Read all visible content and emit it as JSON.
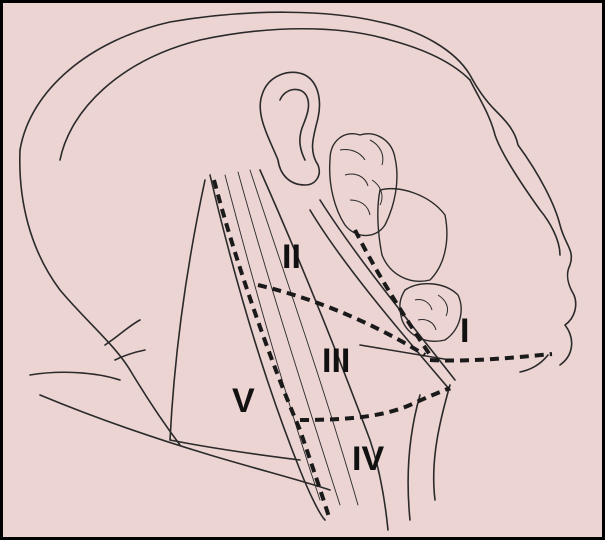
{
  "colors": {
    "background": "#ecd4d3",
    "frame": "#000000",
    "line": "#2a2a2a",
    "dashed": "#1a1a1a"
  },
  "regions": [
    {
      "id": "I",
      "label": "I"
    },
    {
      "id": "II",
      "label": "II"
    },
    {
      "id": "III",
      "label": "III"
    },
    {
      "id": "IV",
      "label": "IV"
    },
    {
      "id": "V",
      "label": "V"
    }
  ]
}
